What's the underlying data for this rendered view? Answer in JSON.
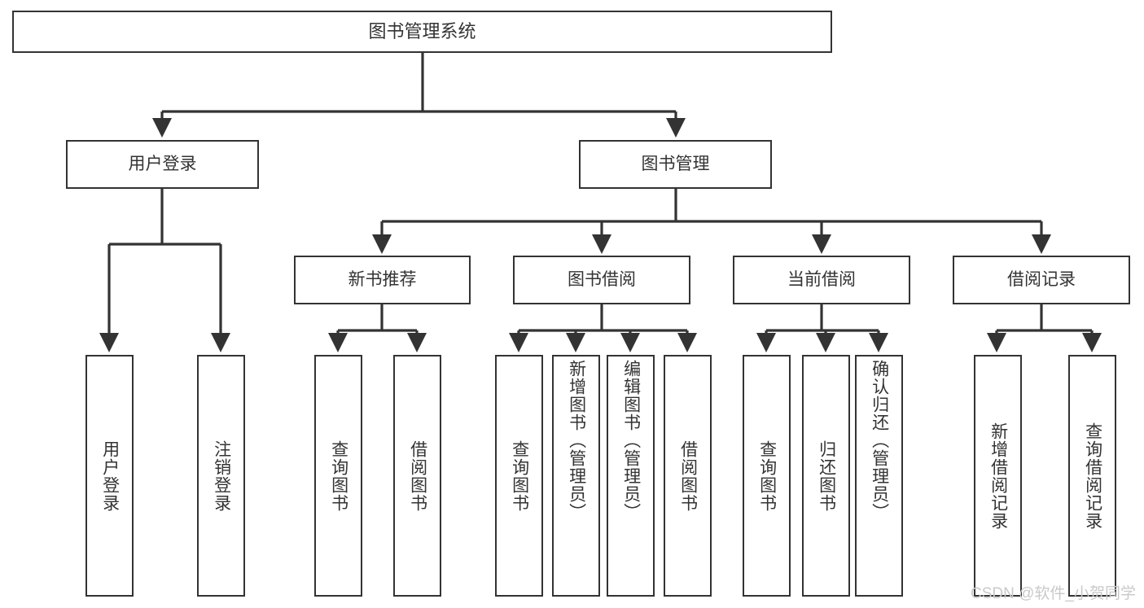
{
  "diagram": {
    "title": "图书管理系统",
    "type": "functional-structure-tree",
    "watermark": "CSDN @软件_小贺同学",
    "colors": {
      "box_border": "#333333",
      "box_fill": "#ffffff",
      "edge": "#333333",
      "text": "#333333",
      "watermark": "#c9c9c9",
      "background": "#ffffff"
    },
    "nodes": {
      "root": {
        "label": "图书管理系统",
        "level": 0
      },
      "level1": [
        {
          "id": "user-login",
          "label": "用户登录"
        },
        {
          "id": "book-manage",
          "label": "图书管理"
        }
      ],
      "level2": [
        {
          "id": "new-book-recommend",
          "label": "新书推荐",
          "parent": "book-manage"
        },
        {
          "id": "book-borrow",
          "label": "图书借阅",
          "parent": "book-manage"
        },
        {
          "id": "current-borrow",
          "label": "当前借阅",
          "parent": "book-manage"
        },
        {
          "id": "borrow-record",
          "label": "借阅记录",
          "parent": "book-manage"
        }
      ],
      "leaves": {
        "user-login": [
          {
            "id": "leaf-user-login",
            "label": "用户登录"
          },
          {
            "id": "leaf-logout",
            "label": "注销登录"
          }
        ],
        "new-book-recommend": [
          {
            "id": "leaf-query-book-1",
            "label": "查询图书"
          },
          {
            "id": "leaf-borrow-book-1",
            "label": "借阅图书"
          }
        ],
        "book-borrow": [
          {
            "id": "leaf-query-book-2",
            "label": "查询图书"
          },
          {
            "id": "leaf-add-book",
            "label": "新增图书（管理员）"
          },
          {
            "id": "leaf-edit-book",
            "label": "编辑图书（管理员）"
          },
          {
            "id": "leaf-borrow-book-2",
            "label": "借阅图书"
          }
        ],
        "current-borrow": [
          {
            "id": "leaf-query-book-3",
            "label": "查询图书"
          },
          {
            "id": "leaf-return-book",
            "label": "归还图书"
          },
          {
            "id": "leaf-confirm-return",
            "label": "确认归还（管理员）"
          }
        ],
        "borrow-record": [
          {
            "id": "leaf-add-record",
            "label": "新增借阅记录"
          },
          {
            "id": "leaf-query-record",
            "label": "查询借阅记录"
          }
        ]
      }
    }
  }
}
